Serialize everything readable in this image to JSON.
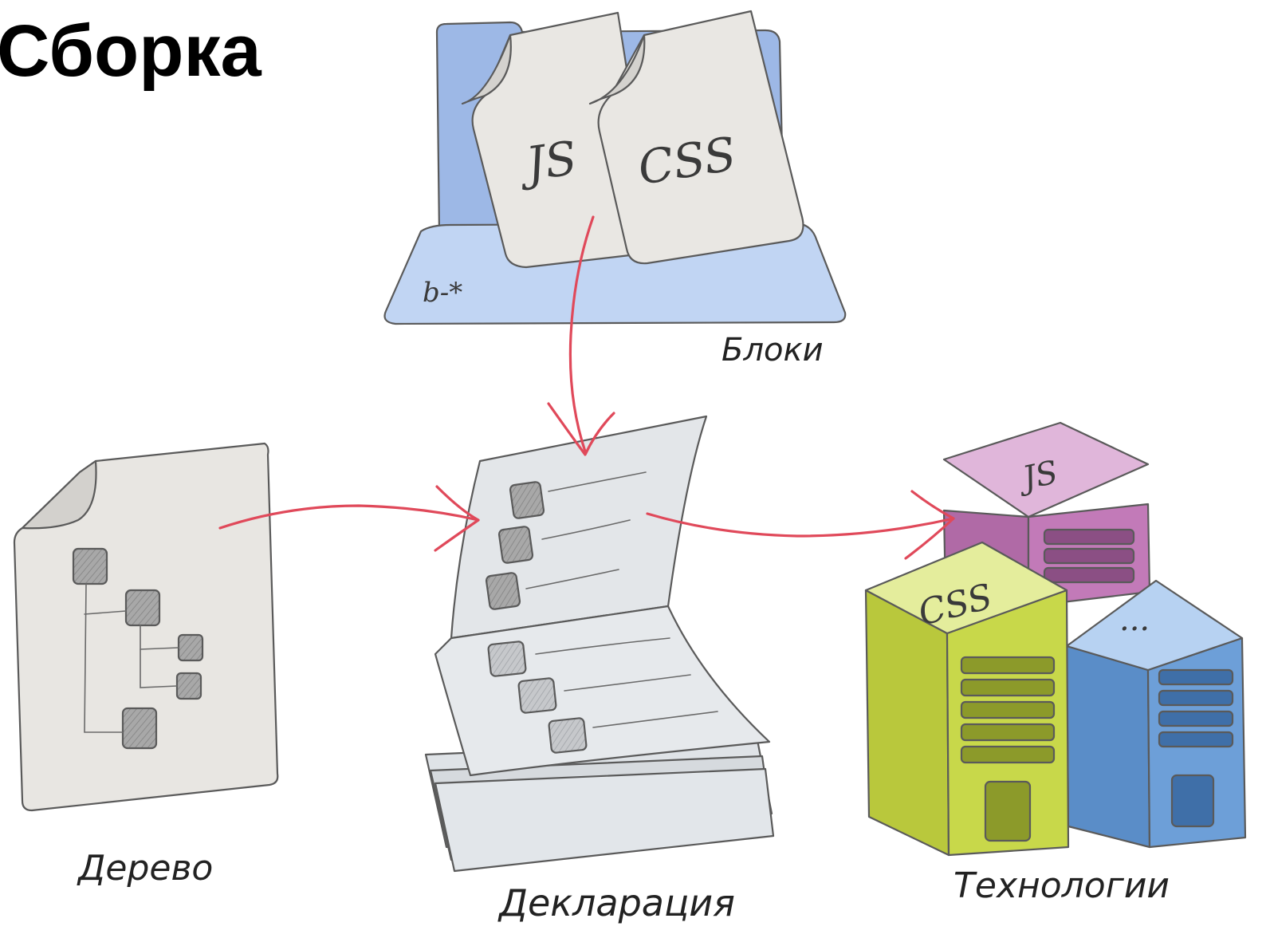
{
  "title": "Сборка",
  "labels": {
    "blocks": "Блоки",
    "tree": "Дерево",
    "declaration": "Декларация",
    "technologies": "Технологии"
  },
  "folder": {
    "tag": "b-*"
  },
  "block_files": {
    "js": "JS",
    "css": "CSS"
  },
  "tech_buildings": {
    "js": "JS",
    "css": "CSS",
    "other": "..."
  },
  "colors": {
    "arrow": "#e0495a",
    "folder": "#b9d0f0",
    "paper": "#e9e7e3",
    "building_js": "#c980bf",
    "building_css": "#c8d84a",
    "building_other": "#6d9fd8"
  }
}
